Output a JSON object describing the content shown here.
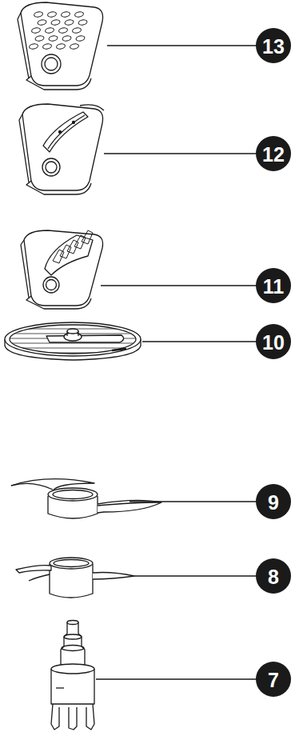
{
  "diagram": {
    "labels": [
      "13",
      "12",
      "11",
      "10",
      "9",
      "8",
      "7"
    ]
  }
}
